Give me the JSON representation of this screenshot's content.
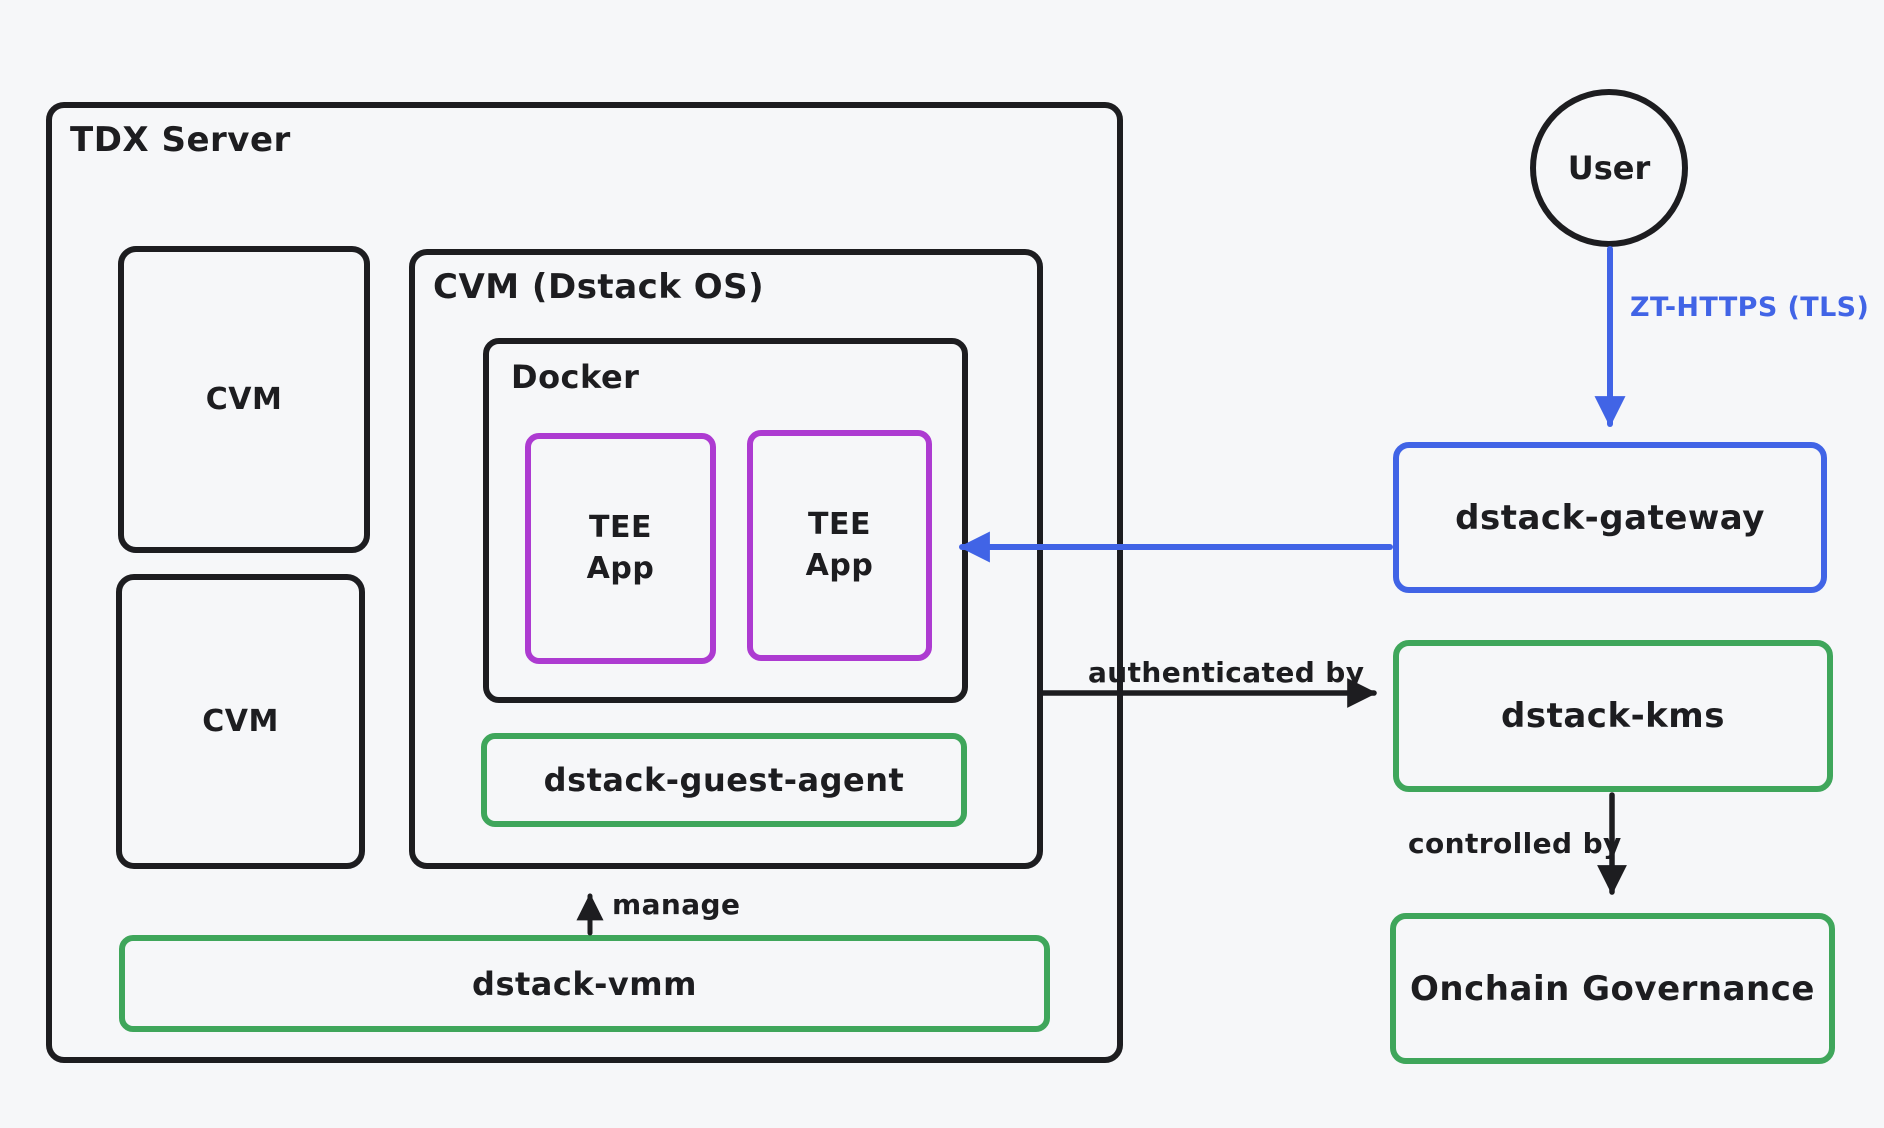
{
  "colors": {
    "bg": "#f6f7f9",
    "ink": "#1d1d20",
    "blue": "#4164e6",
    "green": "#3fa65b",
    "purple": "#ad3bd1"
  },
  "nodes": {
    "tdx_server": {
      "label": "TDX Server"
    },
    "cvm_top": {
      "label": "CVM"
    },
    "cvm_bottom": {
      "label": "CVM"
    },
    "cvm_os": {
      "label": "CVM (Dstack OS)"
    },
    "docker": {
      "label": "Docker"
    },
    "tee_app_1": {
      "label": "TEE\nApp"
    },
    "tee_app_2": {
      "label": "TEE\nApp"
    },
    "guest_agent": {
      "label": "dstack-guest-agent"
    },
    "vmm": {
      "label": "dstack-vmm"
    },
    "user": {
      "label": "User"
    },
    "gateway": {
      "label": "dstack-gateway"
    },
    "kms": {
      "label": "dstack-kms"
    },
    "governance": {
      "label": "Onchain Governance"
    }
  },
  "edges": {
    "user_to_gateway": {
      "label": "ZT-HTTPS\n(TLS)"
    },
    "vmm_to_cvm_os": {
      "label": "manage"
    },
    "cvm_os_to_kms": {
      "label": "authenticated by"
    },
    "kms_to_governance": {
      "label": "controlled by"
    },
    "gateway_to_tee_app": {
      "label": ""
    }
  }
}
